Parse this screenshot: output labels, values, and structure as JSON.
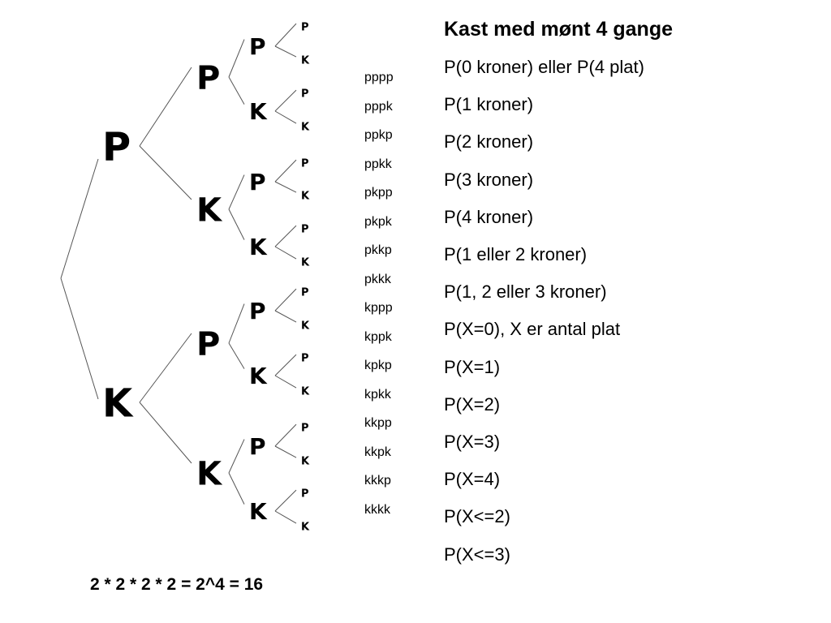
{
  "tree": {
    "level1": [
      "P",
      "K"
    ],
    "level2": [
      "P",
      "K",
      "P",
      "K"
    ],
    "level3": [
      "P",
      "K",
      "P",
      "K",
      "P",
      "K",
      "P",
      "K"
    ],
    "level4": [
      "P",
      "K",
      "P",
      "K",
      "P",
      "K",
      "P",
      "K",
      "P",
      "K",
      "P",
      "K",
      "P",
      "K",
      "P",
      "K"
    ]
  },
  "outcomes": [
    "pppp",
    "pppk",
    "ppkp",
    "ppkk",
    "pkpp",
    "pkpk",
    "pkkp",
    "pkkk",
    "kppp",
    "kppk",
    "kpkp",
    "kpkk",
    "kkpp",
    "kkpk",
    "kkkp",
    "kkkk"
  ],
  "title": "Kast med mønt 4 gange",
  "questions": [
    "P(0 kroner) eller P(4 plat)",
    "P(1 kroner)",
    "P(2 kroner)",
    "P(3 kroner)",
    "P(4 kroner)",
    "P(1 eller 2 kroner)",
    "P(1, 2 eller 3 kroner)",
    "P(X=0), X er antal plat",
    "P(X=1)",
    "P(X=2)",
    "P(X=3)",
    "P(X=4)",
    "P(X<=2)",
    "P(X<=3)"
  ],
  "formula": "2 * 2 * 2 * 2 = 2^4 = 16"
}
